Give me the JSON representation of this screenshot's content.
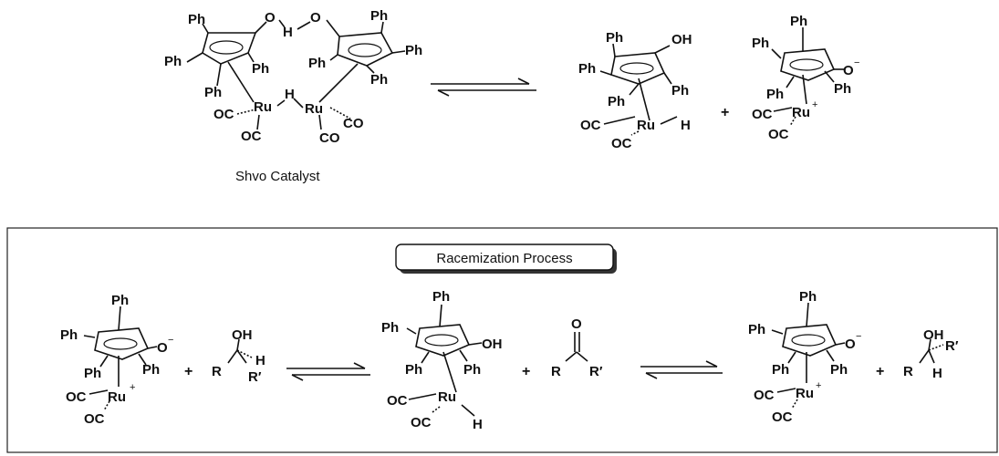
{
  "catalyst": {
    "caption": "Shvo Catalyst",
    "labels": {
      "O": "O",
      "H": "H",
      "Ru": "Ru",
      "Ph": "Ph",
      "CO": "CO",
      "OC": "OC"
    }
  },
  "top_products": {
    "hydride": {
      "OH": "OH",
      "Ru": "Ru",
      "H": "H",
      "Ph": "Ph",
      "OC": "OC"
    },
    "dienone": {
      "O": "O",
      "minus": "−",
      "Ru": "Ru",
      "plus": "+",
      "Ph": "Ph",
      "OC": "OC"
    }
  },
  "racemization": {
    "title": "Racemization Process",
    "plus_sign": "+",
    "alcohol_left": {
      "OH": "OH",
      "R": "R",
      "H": "H",
      "Rp": "R′"
    },
    "ketone": {
      "O": "O",
      "R": "R",
      "Rp": "R′"
    },
    "alcohol_right": {
      "OH": "OH",
      "R": "R",
      "H": "H",
      "Rp": "R′"
    }
  }
}
